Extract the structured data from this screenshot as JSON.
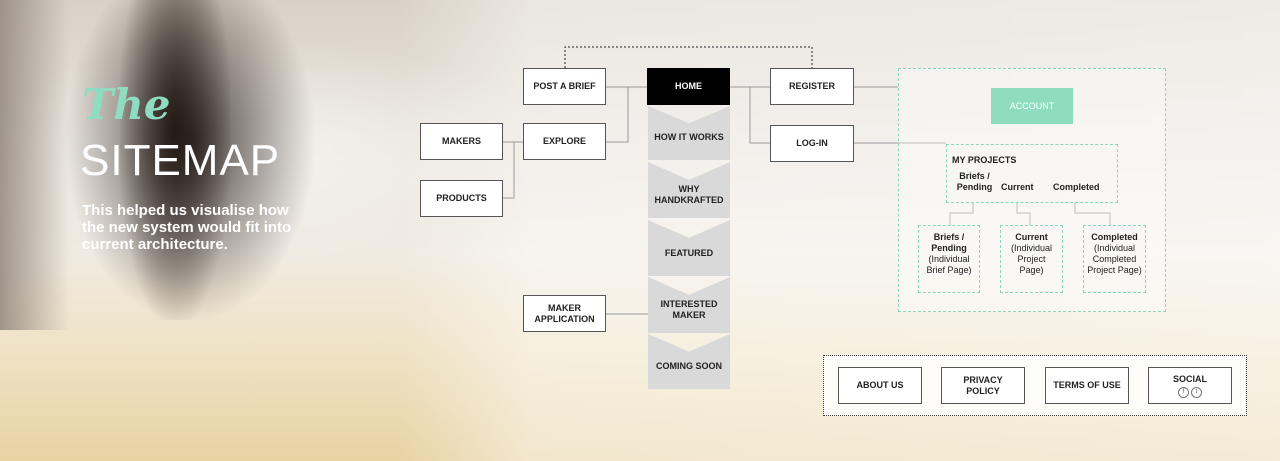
{
  "header": {
    "title_italic": "The",
    "title_main": "SITEMAP",
    "subtitle": "This helped us visualise how the new system would fit into current architecture."
  },
  "nodes": {
    "post_brief": "POST A BRIEF",
    "home": "HOME",
    "register": "REGISTER",
    "makers": "MAKERS",
    "explore": "EXPLORE",
    "login": "LOG-IN",
    "products": "PRODUCTS",
    "maker_application": "MAKER APPLICATION"
  },
  "home_steps": [
    "HOW IT WORKS",
    "WHY HANDKRAFTED",
    "FEATURED",
    "INTERESTED MAKER",
    "COMING SOON"
  ],
  "account": {
    "button": "ACCOUNT",
    "my_projects": "MY PROJECTS",
    "tabs": [
      "Briefs / Pending",
      "Current",
      "Completed"
    ],
    "cards": [
      {
        "title": "Briefs / Pending",
        "desc": "(Individual Brief Page)"
      },
      {
        "title": "Current",
        "desc": "(Individual Project Page)"
      },
      {
        "title": "Completed",
        "desc": "(Individual Completed Project Page)"
      }
    ]
  },
  "footer": {
    "about": "ABOUT US",
    "privacy": "PRIVACY POLICY",
    "terms": "TERMS OF USE",
    "social": "SOCIAL",
    "social_icons": [
      "facebook-icon",
      "twitter-icon"
    ]
  },
  "colors": {
    "accent": "#8fdcc0",
    "home_bg": "#000000",
    "step_bg": "#d9d9d9"
  }
}
